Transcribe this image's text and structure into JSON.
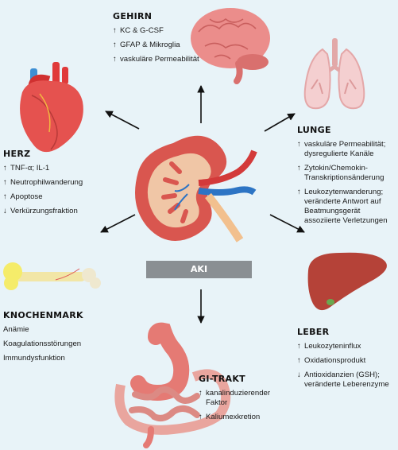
{
  "aki": "AKI",
  "organs": {
    "gehirn": {
      "title": "GEHIRN",
      "items": [
        {
          "arrow": "↑",
          "text": "KC & G-CSF"
        },
        {
          "arrow": "↑",
          "text": "GFAP & Mikroglia"
        },
        {
          "arrow": "↑",
          "text": "vaskuläre Permeabilität"
        }
      ]
    },
    "herz": {
      "title": "HERZ",
      "items": [
        {
          "arrow": "↑",
          "text": "TNF-α; IL-1"
        },
        {
          "arrow": "↑",
          "text": "Neutrophilwanderung"
        },
        {
          "arrow": "↑",
          "text": "Apoptose"
        },
        {
          "arrow": "↓",
          "text": "Verkürzungsfraktion"
        }
      ]
    },
    "lunge": {
      "title": "LUNGE",
      "items": [
        {
          "arrow": "↑",
          "text": "vaskuläre Permeabilität;",
          "sub": "dysregulierte Kanäle"
        },
        {
          "arrow": "↑",
          "text": "Zytokin/Chemokin-",
          "sub": "Transkriptionsänderung"
        },
        {
          "arrow": "↑",
          "text": "Leukozytenwanderung;",
          "sub": "veränderte Antwort auf",
          "sub2": "Beatmungsgerät",
          "sub3": "assoziierte Verletzungen"
        }
      ]
    },
    "knochenmark": {
      "title": "KNOCHENMARK",
      "items": [
        {
          "text": "Anämie"
        },
        {
          "text": "Koagulationsstörungen"
        },
        {
          "text": "Immundysfunktion"
        }
      ]
    },
    "leber": {
      "title": "LEBER",
      "items": [
        {
          "arrow": "↑",
          "text": "Leukozyteninflux"
        },
        {
          "arrow": "↑",
          "text": "Oxidationsprodukt"
        },
        {
          "arrow": "↓",
          "text": "Antioxidanzien (GSH);",
          "sub": "veränderte Leberenzyme"
        }
      ]
    },
    "gitrakt": {
      "title": "GI-TRAKT",
      "items": [
        {
          "arrow": "↑",
          "text": "kanalinduzierender",
          "sub": "Faktor"
        },
        {
          "arrow": "↑",
          "text": "Kaliumexkretion"
        }
      ]
    }
  }
}
